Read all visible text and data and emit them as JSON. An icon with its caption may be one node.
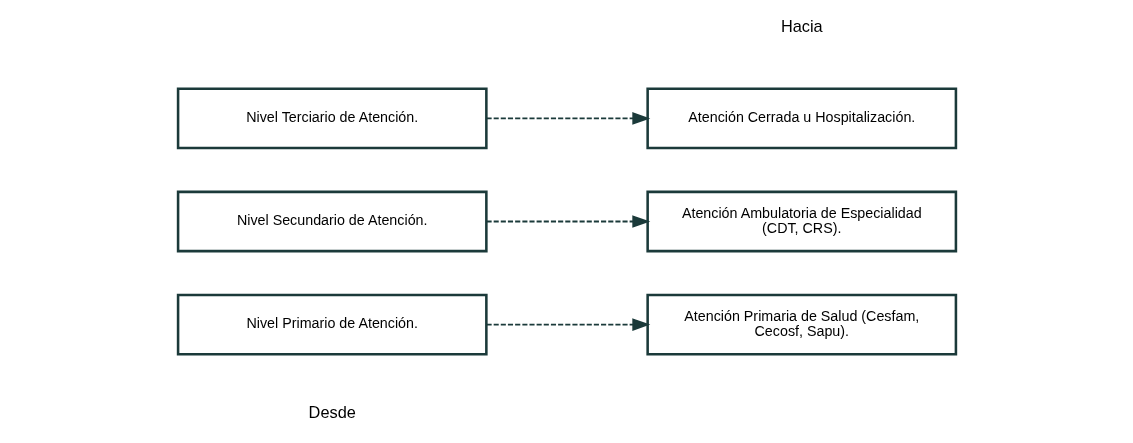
{
  "diagram": {
    "nodes": [
      {
        "text": [
          "Nivel Primario de Atención."
        ]
      },
      {
        "text": [
          "Atención Primaria de Salud (Cesfam, Cecosf, Sapu)."
        ]
      },
      {
        "text": [
          "Nivel Secundario de Atención."
        ]
      },
      {
        "text": [
          "Atención Ambulatoria de Especialidad (CDT, CRS)."
        ]
      },
      {
        "text": [
          "Nivel Terciario de Atención."
        ]
      },
      {
        "text": [
          "Atención Cerrada u Hospitalización."
        ]
      }
    ],
    "edges": [
      {
        "from": 0,
        "to": 1,
        "arrow": "to",
        "style": "dashed"
      },
      {
        "from": 2,
        "to": 3,
        "arrow": "to",
        "style": "dashed"
      },
      {
        "from": 4,
        "to": 5,
        "arrow": "to",
        "style": "dashed"
      }
    ],
    "labels": [
      "Desde",
      "Hacia"
    ]
  }
}
